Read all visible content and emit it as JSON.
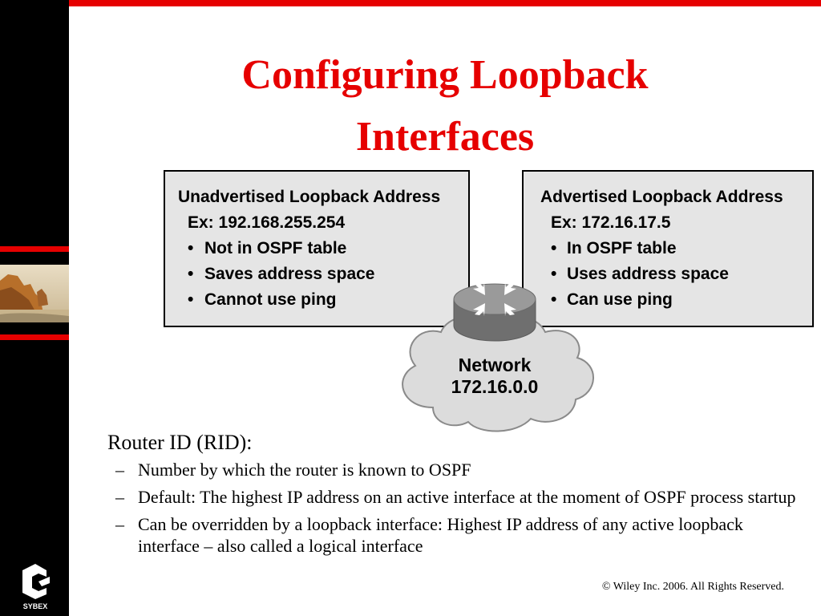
{
  "slide": {
    "title_line1": "Configuring Loopback",
    "title_line2": "Interfaces",
    "footer": "© Wiley Inc. 2006. All Rights Reserved."
  },
  "brand": {
    "logo_text": "SYBEX",
    "accent_color": "#e60000"
  },
  "diagram": {
    "left_box": {
      "title": "Unadvertised Loopback Address",
      "example": "Ex: 192.168.255.254",
      "bullets": [
        "Not in OSPF table",
        "Saves address space",
        "Cannot use ping"
      ]
    },
    "right_box": {
      "title": "Advertised Loopback Address",
      "example": "Ex: 172.16.17.5",
      "bullets": [
        "In OSPF table",
        "Uses address space",
        "Can use ping"
      ]
    },
    "cloud": {
      "label": "Network",
      "address": "172.16.0.0"
    }
  },
  "rid": {
    "heading": "Router ID (RID):",
    "dash": "–",
    "bullets": [
      "Number by which the router is known to OSPF",
      "Default: The highest IP address on an active interface at the moment of OSPF process startup",
      "Can be overridden by a loopback interface: Highest IP address of any active loopback interface – also called a logical interface"
    ]
  }
}
